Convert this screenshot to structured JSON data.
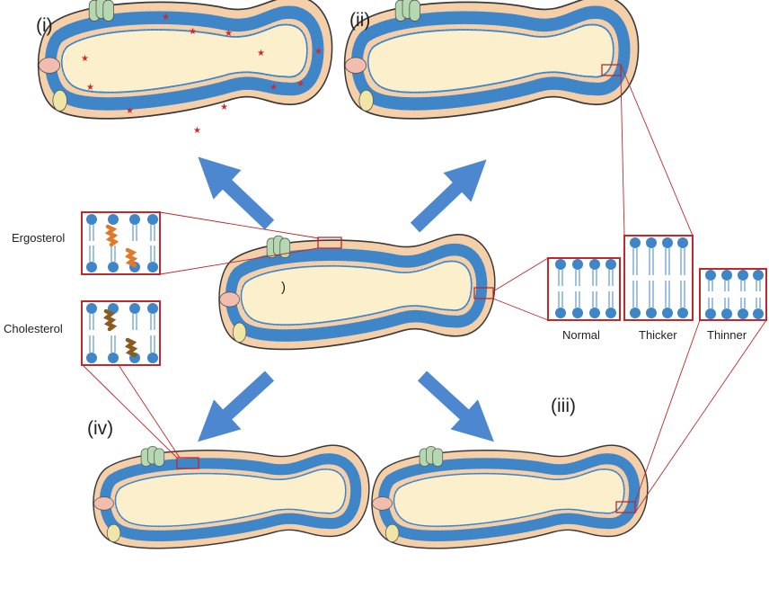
{
  "panels": {
    "i": {
      "label": "(i)"
    },
    "ii": {
      "label": "(ii)"
    },
    "iii": {
      "label": "(iii)"
    },
    "iv": {
      "label": "(iv)"
    }
  },
  "center": {
    "mark": ")"
  },
  "sterols": {
    "ergosterol": {
      "label": "Ergosterol",
      "color": "#e07a2a"
    },
    "cholesterol": {
      "label": "Cholesterol",
      "color": "#8a5a1e"
    }
  },
  "thickness": {
    "normal": {
      "label": "Normal"
    },
    "thicker": {
      "label": "Thicker"
    },
    "thinner": {
      "label": "Thinner"
    }
  },
  "colors": {
    "wall": "#f5cfa8",
    "cytoplasm": "#fcf0cc",
    "outline": "#3a3a3a",
    "lipid_head": "#3f86c9",
    "arrow": "#4d87cf",
    "zoom_box": "#c0282a",
    "protein_green": "#b6d8b0",
    "protein_pink": "#f2bcae",
    "protein_yellow": "#efe6a6",
    "star": "#d02a2a"
  }
}
